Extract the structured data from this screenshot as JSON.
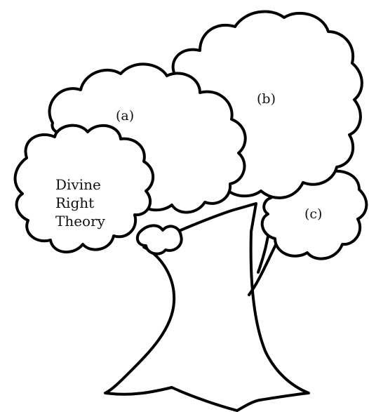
{
  "diagram": {
    "canopies": [
      {
        "id": "a",
        "label": "(a)"
      },
      {
        "id": "b",
        "label": "(b)"
      },
      {
        "id": "c",
        "label": "(c)"
      },
      {
        "id": "divine",
        "lines": [
          "Divine",
          "Right",
          "Theory"
        ]
      }
    ],
    "colors": {
      "outline": "#000000",
      "fill": "#ffffff",
      "text": "#111111"
    }
  }
}
